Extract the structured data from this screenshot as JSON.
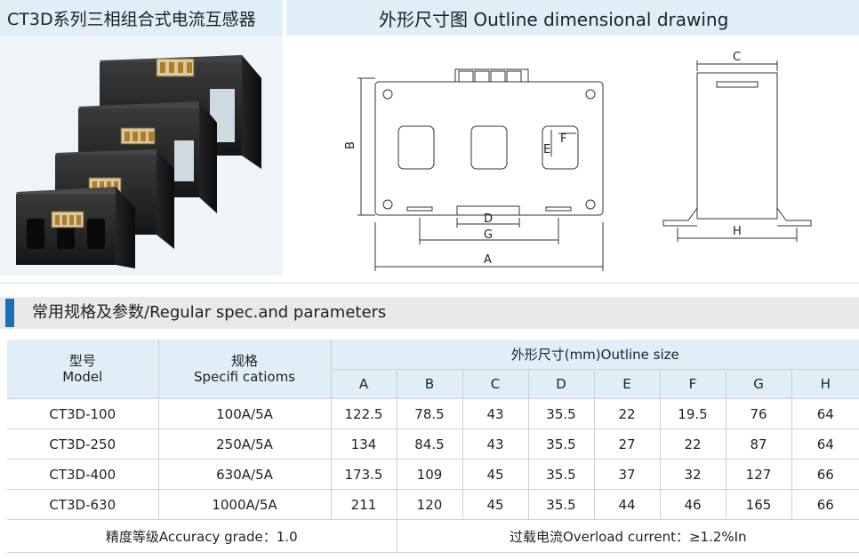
{
  "titles": {
    "left": "CT3D系列三相组合式电流互感器",
    "right": "外形尺寸图 Outline dimensional drawing"
  },
  "drawing": {
    "labels": {
      "A": "A",
      "B": "B",
      "C": "C",
      "D": "D",
      "E": "E",
      "F": "F",
      "G": "G",
      "H": "H"
    }
  },
  "section": {
    "title": "常用规格及参数/Regular spec.and parameters"
  },
  "table": {
    "col_model_cn": "型号",
    "col_model_en": "Model",
    "col_spec_cn": "规格",
    "col_spec_en": "Specifi catioms",
    "col_outline": "外形尺寸(mm)Outline size",
    "dims": [
      "A",
      "B",
      "C",
      "D",
      "E",
      "F",
      "G",
      "H"
    ],
    "rows": [
      {
        "model": "CT3D-100",
        "spec": "100A/5A",
        "vals": [
          "122.5",
          "78.5",
          "43",
          "35.5",
          "22",
          "19.5",
          "76",
          "64"
        ]
      },
      {
        "model": "CT3D-250",
        "spec": "250A/5A",
        "vals": [
          "134",
          "84.5",
          "43",
          "35.5",
          "27",
          "22",
          "87",
          "64"
        ]
      },
      {
        "model": "CT3D-400",
        "spec": "630A/5A",
        "vals": [
          "173.5",
          "109",
          "45",
          "35.5",
          "37",
          "32",
          "127",
          "66"
        ]
      },
      {
        "model": "CT3D-630",
        "spec": "1000A/5A",
        "vals": [
          "211",
          "120",
          "45",
          "35.5",
          "44",
          "46",
          "165",
          "66"
        ]
      }
    ],
    "footer_accuracy": "精度等级Accuracy grade：1.0",
    "footer_overload": "过载电流Overload current：≥1.2%In"
  }
}
